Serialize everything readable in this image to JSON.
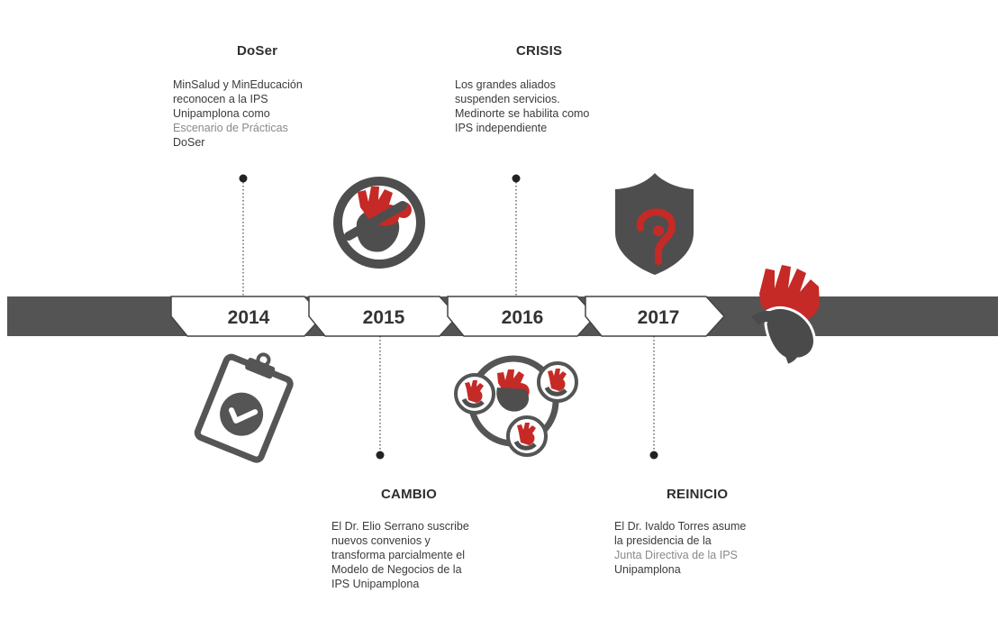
{
  "timeline": {
    "years": [
      "2014",
      "2015",
      "2016",
      "2017"
    ]
  },
  "events": {
    "doser": {
      "title": "DoSer",
      "lines": [
        "MinSalud y MinEducación",
        "reconocen a la IPS",
        "Unipamplona como",
        "Escenario de Prácticas",
        "DoSer"
      ]
    },
    "crisis": {
      "title": "CRISIS",
      "lines": [
        "Los grandes aliados",
        "suspenden servicios.",
        "Medinorte se habilita como",
        "IPS independiente"
      ]
    },
    "cambio": {
      "title": "CAMBIO",
      "lines": [
        "El Dr. Elio Serrano suscribe",
        "nuevos convenios y",
        "transforma parcialmente el",
        "Modelo de Negocios de la",
        "IPS Unipamplona"
      ]
    },
    "reinicio": {
      "title": "REINICIO",
      "lines": [
        "El Dr. Ivaldo Torres asume",
        "la presidencia de la",
        "Junta Directiva de la IPS",
        "Unipamplona"
      ]
    }
  },
  "icons": [
    "heart-emblem-icon",
    "clipboard-check-icon",
    "heart-network-icon",
    "shield-question-icon",
    "hand-heart-icon"
  ],
  "colors": {
    "band": "#545454",
    "accent_red": "#c52a26",
    "dark": "#4a4a4a",
    "text": "#3b3b3b"
  }
}
